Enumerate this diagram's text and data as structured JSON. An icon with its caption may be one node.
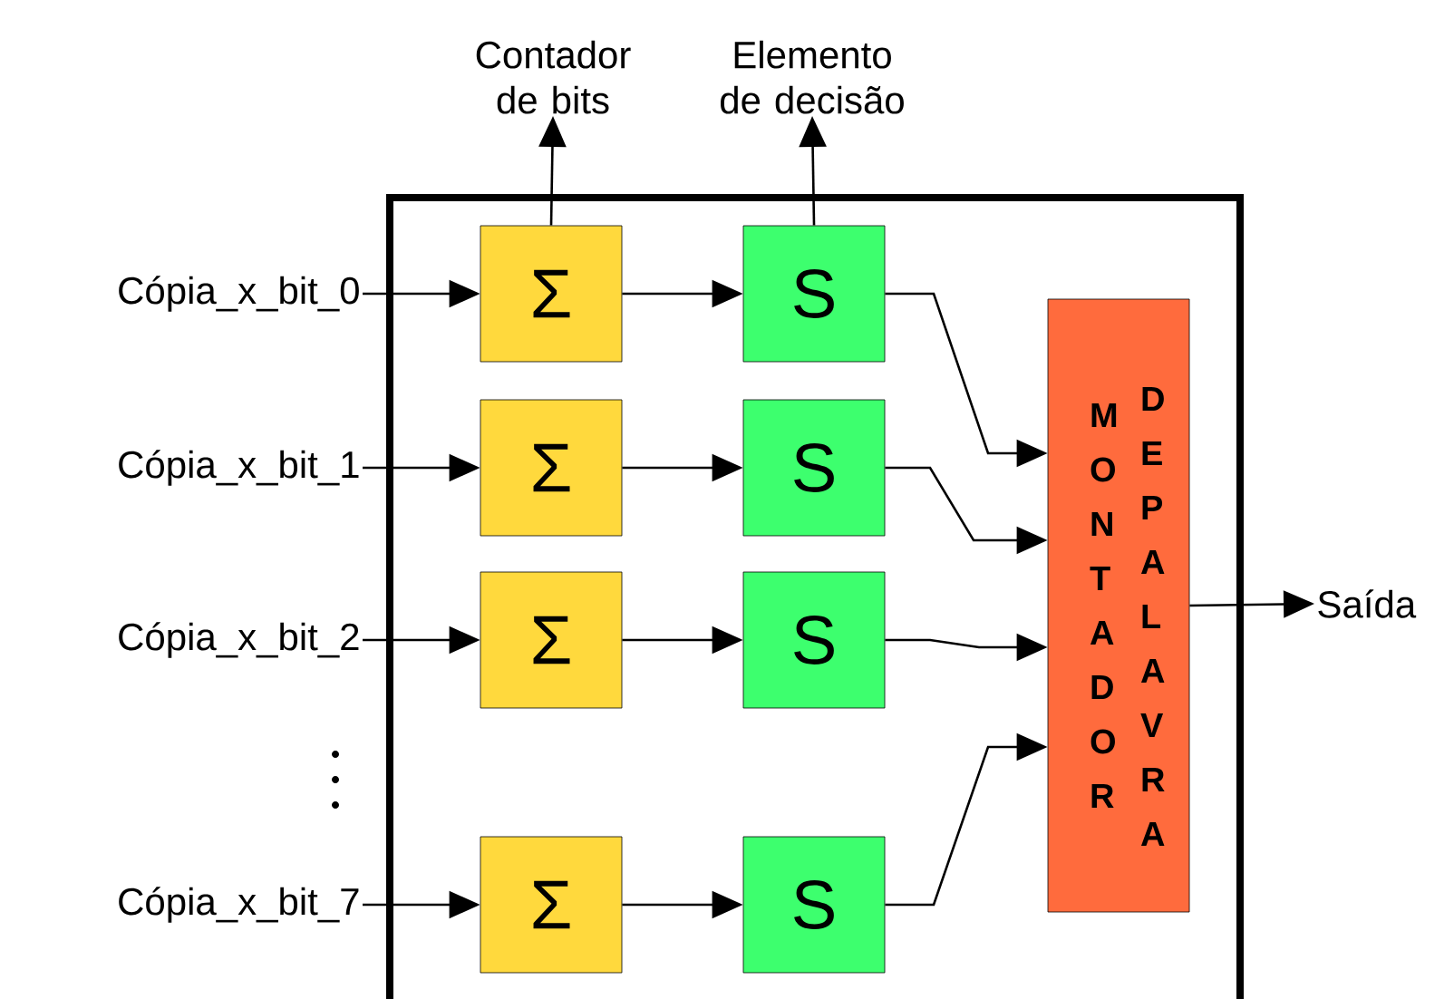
{
  "diagram": {
    "nodes": [
      {
        "text": [
          "Contador de bits"
        ]
      },
      {
        "text": [
          "Elemento de decisão"
        ]
      },
      {
        "text": [],
        "shape": "box"
      },
      {
        "text": [
          "Cópia_x_bit_0"
        ]
      },
      {
        "text": [
          "Cópia_x_bit_1"
        ]
      },
      {
        "text": [
          "Cópia_x_bit_2"
        ]
      },
      {
        "text": [
          "Cópia_x_bit_7"
        ]
      },
      {
        "text": [
          "Σ"
        ],
        "in": 2
      },
      {
        "text": [
          "Σ"
        ],
        "in": 2
      },
      {
        "text": [
          "Σ"
        ],
        "in": 2
      },
      {
        "text": [
          "Σ"
        ],
        "in": 2
      },
      {
        "text": [
          "S"
        ],
        "in": 2
      },
      {
        "text": [
          "S"
        ],
        "in": 2
      },
      {
        "text": [
          "S"
        ],
        "in": 2
      },
      {
        "text": [
          "S"
        ],
        "in": 2
      },
      {
        "text": [
          "MONTADOR",
          "DE PALAVRA"
        ],
        "in": 2
      },
      {
        "text": [
          "Saída"
        ]
      }
    ],
    "edges": [
      {
        "from": 3,
        "to": 7,
        "arrow": "to"
      },
      {
        "from": 4,
        "to": 8,
        "arrow": "to"
      },
      {
        "from": 5,
        "to": 9,
        "arrow": "to"
      },
      {
        "from": 6,
        "to": 10,
        "arrow": "to"
      },
      {
        "from": 7,
        "to": 11,
        "arrow": "to"
      },
      {
        "from": 8,
        "to": 12,
        "arrow": "to"
      },
      {
        "from": 9,
        "to": 13,
        "arrow": "to"
      },
      {
        "from": 10,
        "to": 14,
        "arrow": "to"
      },
      {
        "from": 7,
        "to": 0,
        "arrow": "to"
      },
      {
        "from": 11,
        "to": 1,
        "arrow": "to"
      },
      {
        "from": 11,
        "to": 15,
        "arrow": "to"
      },
      {
        "from": 12,
        "to": 15,
        "arrow": "to"
      },
      {
        "from": 13,
        "to": 15,
        "arrow": "to"
      },
      {
        "from": 14,
        "to": 15,
        "arrow": "to"
      },
      {
        "from": 15,
        "to": 16,
        "arrow": "to"
      }
    ]
  }
}
